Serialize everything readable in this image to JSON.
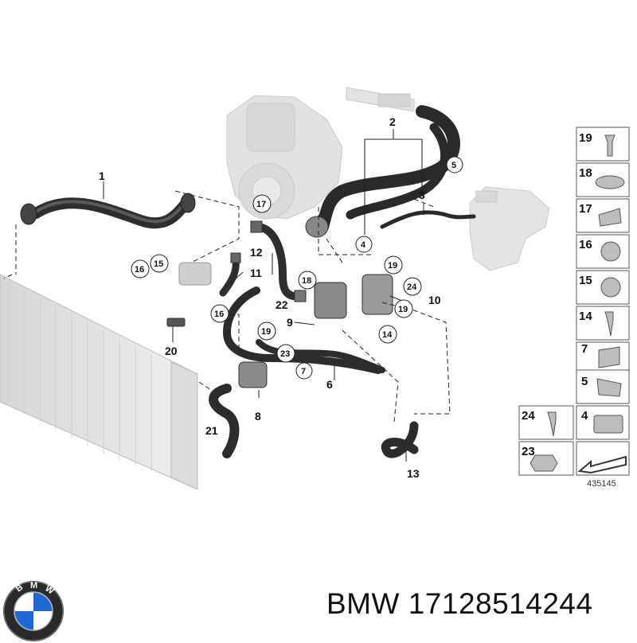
{
  "diagram": {
    "callouts": [
      "1",
      "2",
      "3",
      "4",
      "5",
      "6",
      "7",
      "8",
      "9",
      "10",
      "11",
      "12",
      "13",
      "14",
      "15",
      "16",
      "17",
      "18",
      "19",
      "20",
      "21",
      "22",
      "23",
      "24"
    ],
    "legend": [
      "19",
      "18",
      "17",
      "16",
      "15",
      "14",
      "7",
      "5",
      "24",
      "4",
      "23"
    ],
    "reference": "435145"
  },
  "footer": {
    "brand": "BMW",
    "part_number": "17128514244"
  },
  "colors": {
    "hose": "#2b2b2b",
    "engine_ghost": "#d9d9d9",
    "radiator": "#e6e6e6",
    "bmw_blue": "#1c69d4"
  }
}
